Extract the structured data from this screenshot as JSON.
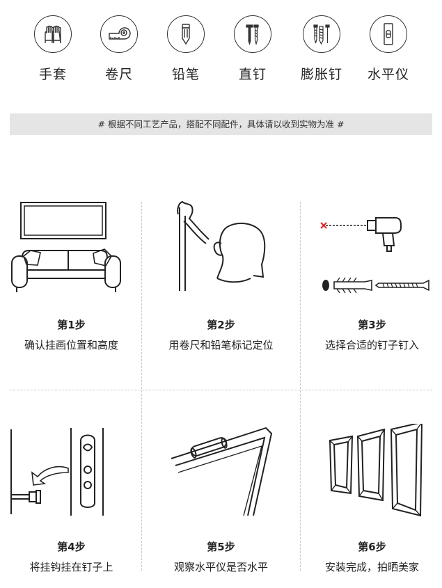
{
  "tools": [
    {
      "icon": "gloves-icon",
      "label": "手套"
    },
    {
      "icon": "tape-measure-icon",
      "label": "卷尺"
    },
    {
      "icon": "pencil-icon",
      "label": "铅笔"
    },
    {
      "icon": "nails-icon",
      "label": "直钉"
    },
    {
      "icon": "expansion-nails-icon",
      "label": "膨胀钉"
    },
    {
      "icon": "spirit-level-icon",
      "label": "水平仪"
    }
  ],
  "banner": "# 根据不同工艺产品，搭配不同配件，具体请以收到实物为准 #",
  "steps": [
    {
      "title": "第1步",
      "desc": "确认挂画位置和高度",
      "illustration": "sofa-with-frame-illustration"
    },
    {
      "title": "第2步",
      "desc": "用卷尺和铅笔标记定位",
      "illustration": "person-marking-wall-illustration"
    },
    {
      "title": "第3步",
      "desc": "选择合适的钉子钉入",
      "illustration": "drill-and-nails-illustration"
    },
    {
      "title": "第4步",
      "desc": "将挂钩挂在钉子上",
      "illustration": "hook-on-nail-illustration"
    },
    {
      "title": "第5步",
      "desc": "观察水平仪是否水平",
      "illustration": "level-on-frame-illustration"
    },
    {
      "title": "第6步",
      "desc": "安装完成，拍晒美家",
      "illustration": "three-frames-illustration"
    }
  ]
}
